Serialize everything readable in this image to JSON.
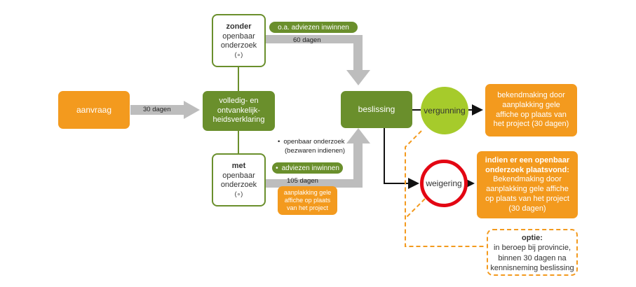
{
  "nodes": {
    "aanvraag": "aanvraag",
    "volledig": [
      "volledig- en",
      "ontvankelijk-",
      "heidsverklaring"
    ],
    "zonder": {
      "title": "zonder",
      "lines": [
        "openbaar",
        "onderzoek",
        "(∘)"
      ]
    },
    "met": {
      "title": "met",
      "lines": [
        "openbaar",
        "onderzoek",
        "(∘)"
      ]
    },
    "beslissing": "beslissing",
    "vergunning": "vergunning",
    "weigering": "weigering",
    "bekendmaking_vergunning": [
      "bekendmaking door",
      "aanplakking gele",
      "affiche op plaats van",
      "het project (30 dagen)"
    ],
    "bekendmaking_weigering": {
      "title": [
        "indien er een openbaar",
        "onderzoek plaatsvond:"
      ],
      "lines": [
        "Bekendmaking door",
        "aanplakking gele affiche",
        "op plaats van het project",
        "(30 dagen)"
      ]
    },
    "aanplakking_met": [
      "aanplakking gele",
      "affiche op plaats",
      "van het project"
    ],
    "optie": {
      "title": "optie:",
      "lines": [
        "in beroep bij provincie,",
        "binnen 30 dagen na",
        "kennisneming beslissing"
      ]
    }
  },
  "labels": {
    "dagen_30": "30 dagen",
    "dagen_60": "60 dagen",
    "dagen_105": "105 dagen",
    "adviezen_zonder": "o.a. adviezen inwinnen",
    "adviezen_met": "adviezen inwinnen",
    "openbaar_bullet": [
      "openbaar onderzoek",
      "(bezwaren indienen)"
    ]
  },
  "colors": {
    "orange": "#f39a1e",
    "green": "#6a8f2c",
    "light_green": "#a6cb2b",
    "red": "#e30613",
    "gray_arrow": "#bdbdbd"
  }
}
